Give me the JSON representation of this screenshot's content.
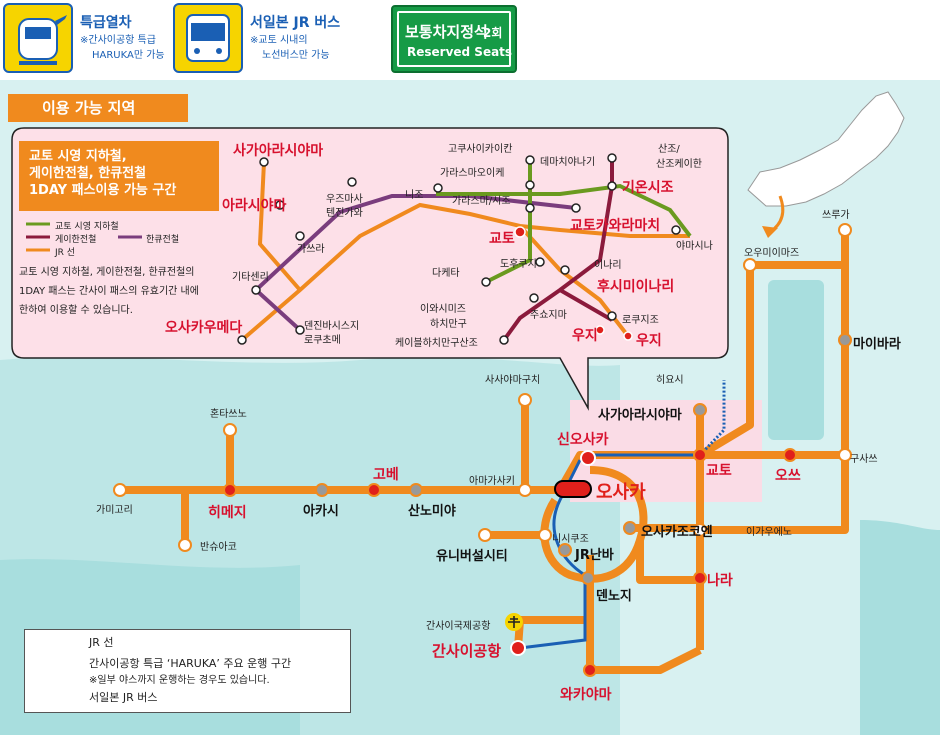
{
  "header": {
    "express": {
      "title": "특급열차",
      "note1": "※간사이공항 특급",
      "note2": "HARUKA만 가능"
    },
    "bus": {
      "title": "서일본 JR 버스",
      "note1": "※교토 시내의",
      "note2": "노선버스만 가능"
    },
    "seat": {
      "line1": "보통차지정석",
      "count": "2회",
      "line2": "Reserved Seats"
    }
  },
  "region_title": "이용 가능 지역",
  "inset": {
    "info_lines": [
      "교토 시영 지하철,",
      "게이한전철, 한큐전철",
      "1DAY 패스이용 가능 구간"
    ],
    "legend": {
      "subway": "교토 시영 지하철",
      "keihan": "게이한전철",
      "hankyu": "한큐전철",
      "jr": "JR 선"
    },
    "description": [
      "교토 시영 지하철, 게이한전철, 한큐전철의",
      "1DAY 패스는 간사이 패스의 유효기간 내에",
      "한하여 이용할 수 있습니다."
    ],
    "stations": {
      "sagaarashiyama": "사가아라시야마",
      "arashiyama": "아라시야마",
      "osakaumeda": "오사카우메다",
      "katsura": "가쓰라",
      "kitasenri": "기타센리",
      "uzumasa1": "우즈마사",
      "uzumasa2": "텐진가와",
      "nijo": "니조",
      "kokusaikaikan": "고쿠사이카이칸",
      "karasumaoike": "가라스마오이케",
      "karasumashijo": "가라스마/시조",
      "demachiyanagi": "데마치야나기",
      "sanjo1": "산조/",
      "sanjo2": "산조케이한",
      "gionshijo": "기온시조",
      "kyoto": "교토",
      "kyotokawaramachi": "교토카와라마치",
      "yamashina": "야마시나",
      "daigo": "다케타",
      "tofukuji": "도후쿠지",
      "inari": "이나리",
      "fushimiinari": "후시미이나리",
      "chushojima": "주쇼지마",
      "rokujizo": "로쿠지조",
      "momoyama1": "이와시미즈",
      "momoyama2": "하치만구",
      "cable": "케이블하치만구산조",
      "uji_l": "우지",
      "uji_r": "우지",
      "tenjin1": "덴진바시스지",
      "tenjin2": "로쿠초메"
    }
  },
  "stations": {
    "sayamamichi": "사사야마구치",
    "hieda": "히요시",
    "sagaarashiyama": "사가아라시야마",
    "shinosaka": "신오사카",
    "kyoto": "교토",
    "otsu": "오쓰",
    "kusatsu": "구사쓰",
    "maibara": "마이바라",
    "tsuruga": "쓰루가",
    "omiimaizu": "오우미이마즈",
    "kinosaki": "혼타쓰노",
    "himeji": "히메지",
    "kakogawa": "가미고리",
    "banshuako": "반슈아코",
    "akashi": "아카시",
    "kobe": "고베",
    "sannomiya": "산노미야",
    "amagasaki": "아마가사키",
    "osaka": "오사카",
    "nishikujo": "니시쿠조",
    "usj": "유니버설시티",
    "jrnamba": "JR난바",
    "osakajokoen": "오사카조코엔",
    "tennoji": "덴노지",
    "iga": "이가우에노",
    "nara": "나라",
    "kansaiairport_small": "간사이국제공항",
    "kansaiairport": "간사이공항",
    "wakayama": "와카야마"
  },
  "legend": {
    "jr": "JR 선",
    "haruka": "간사이공항 특급 ‘HARUKA’ 주요 운행 구간",
    "haruka_note": "※일부 야스까지 운행하는 경우도 있습니다.",
    "bus": "서일본 JR 버스"
  },
  "colors": {
    "jr": "#f08a1e",
    "haruka": "#1a5fb4",
    "subway": "#6a9a1f",
    "keihan": "#8b1a3c",
    "hankyu": "#7a3d7d",
    "sea": "#a8dede",
    "inset_bg": "#fde0e8",
    "station_red": "#e0201b"
  }
}
